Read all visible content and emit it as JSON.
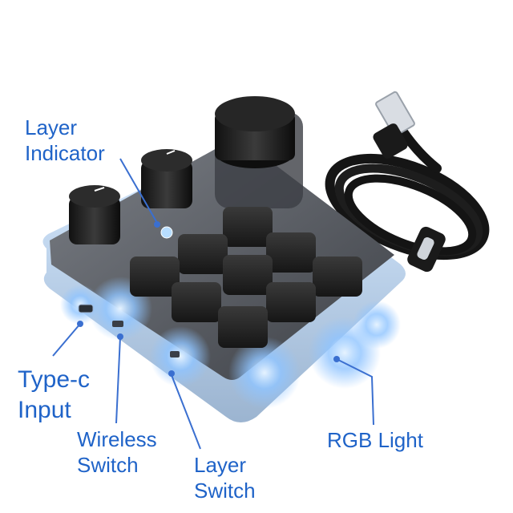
{
  "labels": {
    "layer_indicator": [
      "Layer",
      "Indicator"
    ],
    "typec_input": [
      "Type-c",
      "Input"
    ],
    "wireless_switch": [
      "Wireless",
      "Switch"
    ],
    "layer_switch": [
      "Layer",
      "Switch"
    ],
    "rgb_light": "RGB Light"
  },
  "colors": {
    "label": "#1f63c8",
    "callout_line": "#3a6fd0",
    "led_glow": "#8fc4ff",
    "keycap": "#2a2a2a",
    "case": "#5c5f66"
  },
  "product": {
    "keys": 9,
    "knobs": 3
  }
}
